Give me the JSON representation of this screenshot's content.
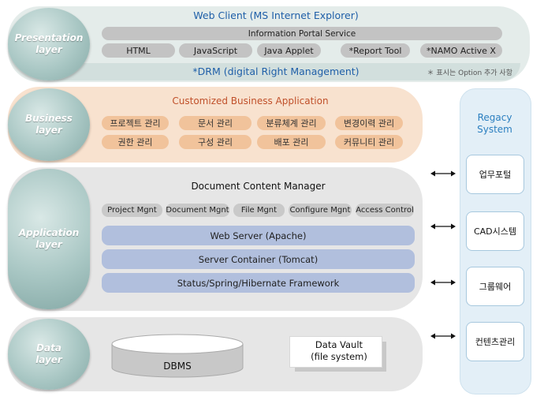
{
  "presentation": {
    "label": "Presentation\nlayer",
    "title": "Web Client (MS Internet Explorer)",
    "portal": "Information Portal Service",
    "items": [
      "HTML",
      "JavaScript",
      "Java Applet",
      "*Report Tool",
      "*NAMO Active X"
    ],
    "drm": "*DRM (digital Right Management)",
    "note": "＊ 표시는 Option 추가 사항"
  },
  "business": {
    "label": "Business\nlayer",
    "title": "Customized Business Application",
    "items": [
      "프로젝트 관리",
      "문서 관리",
      "분류체계 관리",
      "변경이력 관리",
      "권한 관리",
      "구성 관리",
      "배포 관리",
      "커뮤니티 관리"
    ]
  },
  "application": {
    "label": "Application\nlayer",
    "title": "Document Content Manager",
    "modules": [
      "Project Mgnt",
      "Document Mgnt",
      "File Mgnt",
      "Configure Mgnt",
      "Access Control"
    ],
    "bars": [
      "Web Server (Apache)",
      "Server Container (Tomcat)",
      "Status/Spring/Hibernate Framework"
    ]
  },
  "data": {
    "label": "Data\nlayer",
    "dbms": "DBMS",
    "vault_line1": "Data Vault",
    "vault_line2": "(file system)"
  },
  "legacy": {
    "title": "Regacy\nSystem",
    "items": [
      "업무포털",
      "CAD시스템",
      "그룹웨어",
      "컨텐츠관리"
    ]
  },
  "colors": {
    "presentation_band": "#e4ecea",
    "business_band": "#f8e2cf",
    "application_band": "#e6e6e6",
    "data_band": "#e6e6e6",
    "legacy_band": "#e3eff7",
    "blue_text": "#1f5fa8",
    "orange_text": "#c0502a"
  }
}
